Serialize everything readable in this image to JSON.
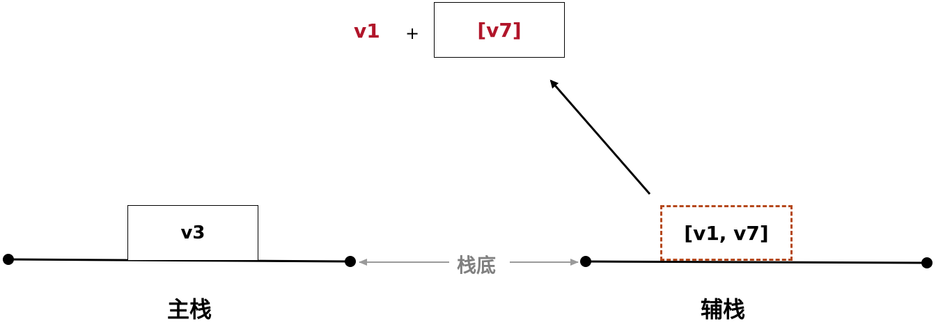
{
  "diagram": {
    "main_stack": {
      "label": "主栈",
      "box_text": "v3"
    },
    "aux_stack": {
      "label": "辅栈",
      "box_text": "[v1, v7]"
    },
    "bottom_label": "栈底",
    "operation": {
      "value": "v1",
      "plus": "+",
      "result_box": "[v7]"
    },
    "colors": {
      "line": "#000000",
      "accent_red": "#b1152a",
      "dashed_border": "#b5481b",
      "gray": "#808080"
    }
  }
}
